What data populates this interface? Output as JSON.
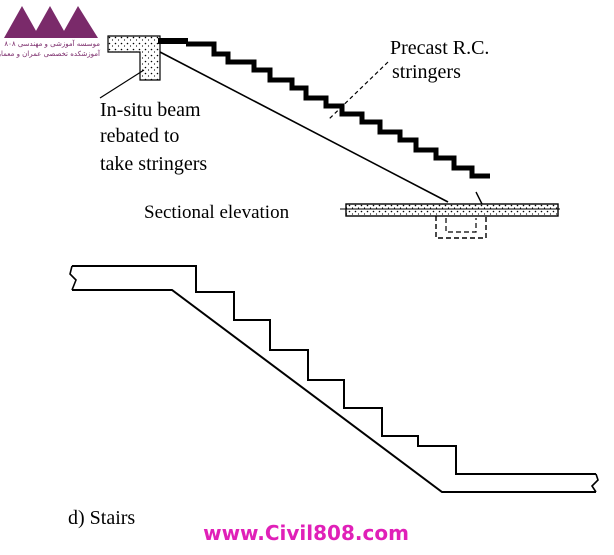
{
  "logo": {
    "line1": "موسسه آموزشی و مهندسی ۸۰۸",
    "line2": "آموزشکده تخصصی عمران و معماری"
  },
  "labels": {
    "precast": "Precast R.C.",
    "stringers": "stringers",
    "insitu_line1": "In-situ beam",
    "insitu_line2": "rebated to",
    "insitu_line3": "take stringers",
    "sectional": "Sectional elevation",
    "caption": "d) Stairs"
  },
  "watermark": {
    "url": "www.Civil808.com",
    "color": "#e020b8"
  },
  "colors": {
    "logo": "#7a2a6a",
    "ink": "#000000"
  }
}
